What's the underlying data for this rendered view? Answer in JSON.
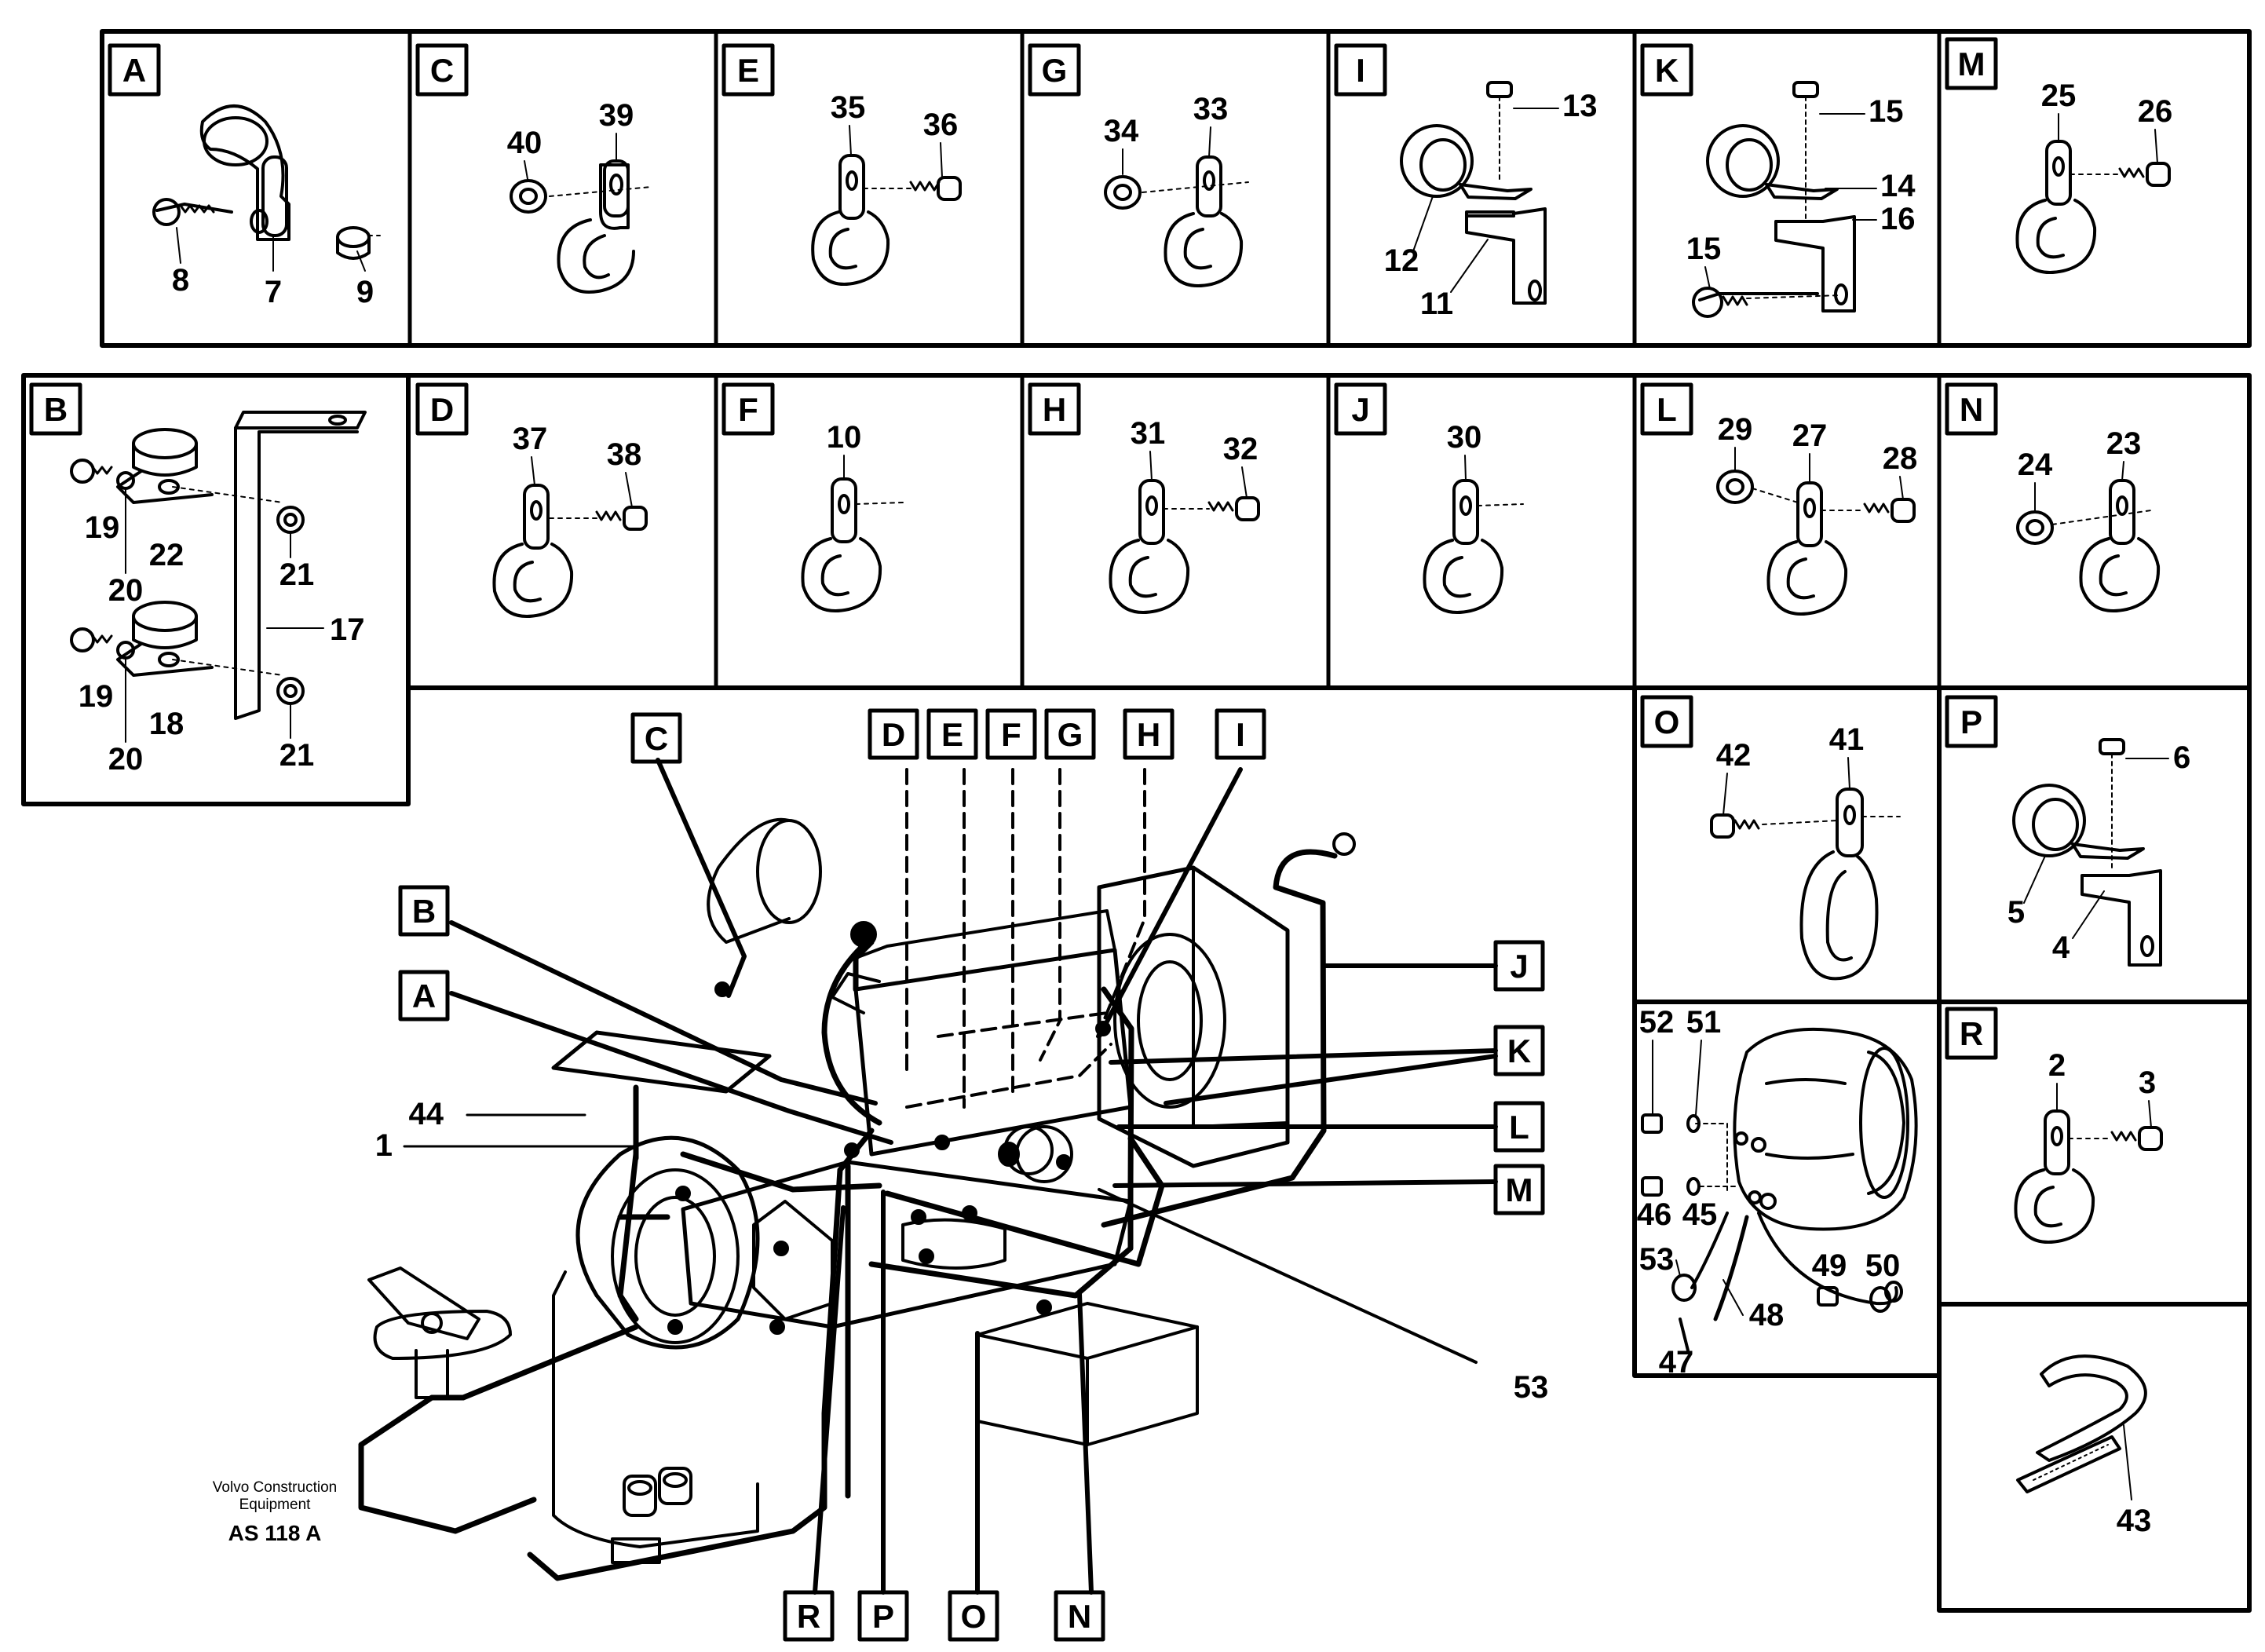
{
  "panels": [
    {
      "id": "A",
      "letter": "A",
      "callouts": [
        "8",
        "7",
        "9"
      ]
    },
    {
      "id": "C",
      "letter": "C",
      "callouts": [
        "40",
        "39"
      ]
    },
    {
      "id": "E",
      "letter": "E",
      "callouts": [
        "35",
        "36"
      ]
    },
    {
      "id": "G",
      "letter": "G",
      "callouts": [
        "34",
        "33"
      ]
    },
    {
      "id": "I",
      "letter": "I",
      "callouts": [
        "13",
        "12",
        "11"
      ]
    },
    {
      "id": "K",
      "letter": "K",
      "callouts": [
        "15",
        "14",
        "16",
        "15"
      ]
    },
    {
      "id": "M",
      "letter": "M",
      "callouts": [
        "25",
        "26"
      ]
    },
    {
      "id": "B",
      "letter": "B",
      "callouts": [
        "19",
        "20",
        "22",
        "21",
        "17",
        "19",
        "18",
        "20",
        "21"
      ]
    },
    {
      "id": "D",
      "letter": "D",
      "callouts": [
        "37",
        "38"
      ]
    },
    {
      "id": "F",
      "letter": "F",
      "callouts": [
        "10"
      ]
    },
    {
      "id": "H",
      "letter": "H",
      "callouts": [
        "31",
        "32"
      ]
    },
    {
      "id": "J",
      "letter": "J",
      "callouts": [
        "30"
      ]
    },
    {
      "id": "L",
      "letter": "L",
      "callouts": [
        "29",
        "27",
        "28"
      ]
    },
    {
      "id": "N",
      "letter": "N",
      "callouts": [
        "24",
        "23"
      ]
    },
    {
      "id": "O",
      "letter": "O",
      "callouts": [
        "42",
        "41"
      ]
    },
    {
      "id": "P",
      "letter": "P",
      "callouts": [
        "6",
        "5",
        "4"
      ]
    },
    {
      "id": "alt",
      "letter": "",
      "callouts": [
        "52",
        "51",
        "46",
        "45",
        "53",
        "49",
        "50",
        "48",
        "47"
      ]
    },
    {
      "id": "R",
      "letter": "R",
      "callouts": [
        "2",
        "3"
      ]
    },
    {
      "id": "tie",
      "letter": "",
      "callouts": [
        "43"
      ]
    }
  ],
  "main_labels": {
    "top": [
      "C",
      "D",
      "E",
      "F",
      "G",
      "H",
      "I"
    ],
    "left": [
      "B",
      "A"
    ],
    "right": [
      "J",
      "K",
      "L",
      "M"
    ],
    "bottom": [
      "R",
      "P",
      "O",
      "N"
    ]
  },
  "main_callouts": {
    "c44": "44",
    "c1": "1",
    "c53": "53"
  },
  "footer": {
    "line1": "Volvo Construction",
    "line2": "Equipment",
    "code": "AS 118 A"
  }
}
